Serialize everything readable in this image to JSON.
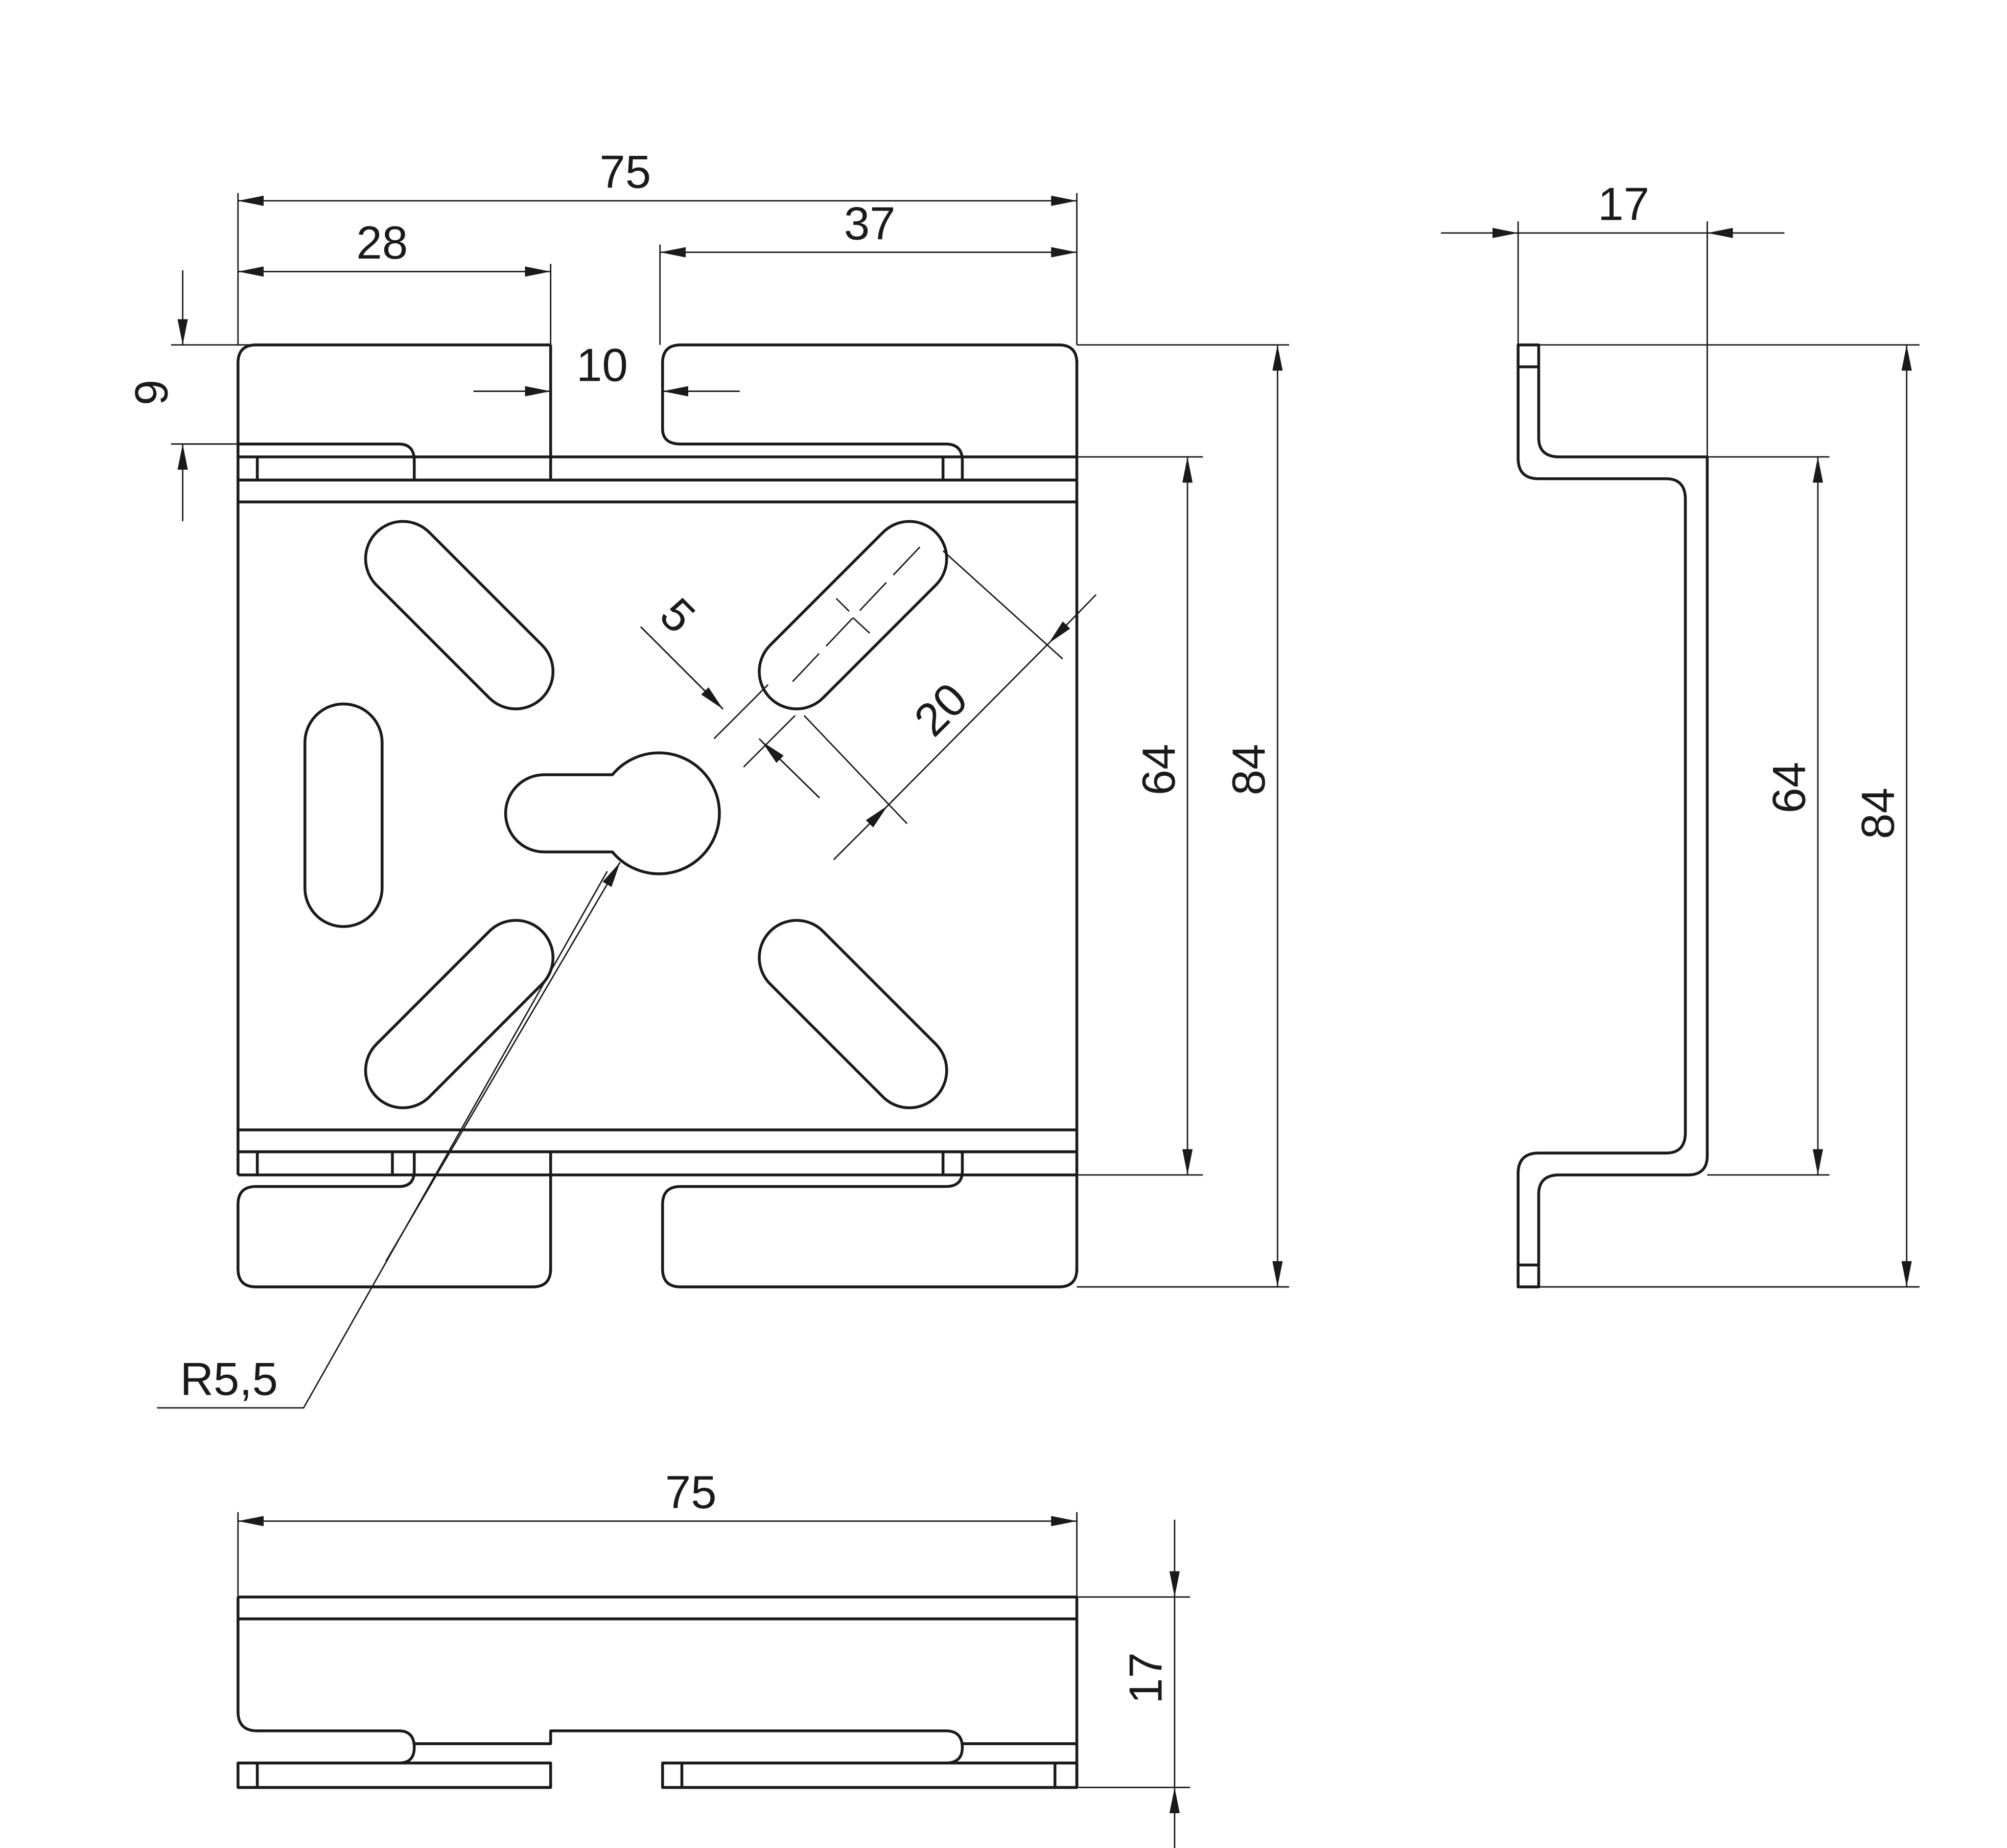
{
  "front_view": {
    "overall_width": "75",
    "left_tab_width": "28",
    "right_tab_width": "37",
    "tab_gap": "10",
    "tab_height": "9",
    "slot_width": "5",
    "slot_length": "20",
    "inner_height": "64",
    "overall_height": "84",
    "keyhole_radius": "R5,5"
  },
  "side_view": {
    "depth": "17",
    "inner_height": "64",
    "overall_height": "84"
  },
  "bottom_view": {
    "overall_width": "75",
    "depth": "17"
  },
  "colors": {
    "line": "#1a1a1a",
    "background": "#ffffff"
  }
}
